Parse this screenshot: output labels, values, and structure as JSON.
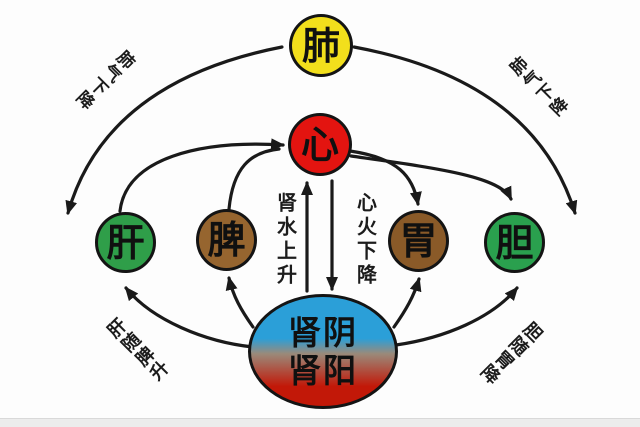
{
  "diagram": {
    "nodes": {
      "lung": {
        "label": "肺",
        "color": "#f2df1c"
      },
      "heart": {
        "label": "心",
        "color": "#e31410"
      },
      "liver": {
        "label": "肝",
        "color": "#2f9e49"
      },
      "spleen": {
        "label": "脾",
        "color": "#96652f"
      },
      "stomach": {
        "label": "胃",
        "color": "#8a5a28"
      },
      "gallbladder": {
        "label": "胆",
        "color": "#2aa04e"
      },
      "kidney": {
        "line1": "肾阴",
        "line2": "肾阳",
        "color_top": "#2b9fd8",
        "color_bottom": "#c21808"
      }
    },
    "edge_labels": {
      "outer_left": "肺气下降",
      "outer_right": "肺气下降",
      "center_up": "肾水上升",
      "center_down": "心火下降",
      "bottom_left": "肝随脾升",
      "bottom_right": "胆随胃降"
    },
    "line_color": "#1a1a1a"
  }
}
